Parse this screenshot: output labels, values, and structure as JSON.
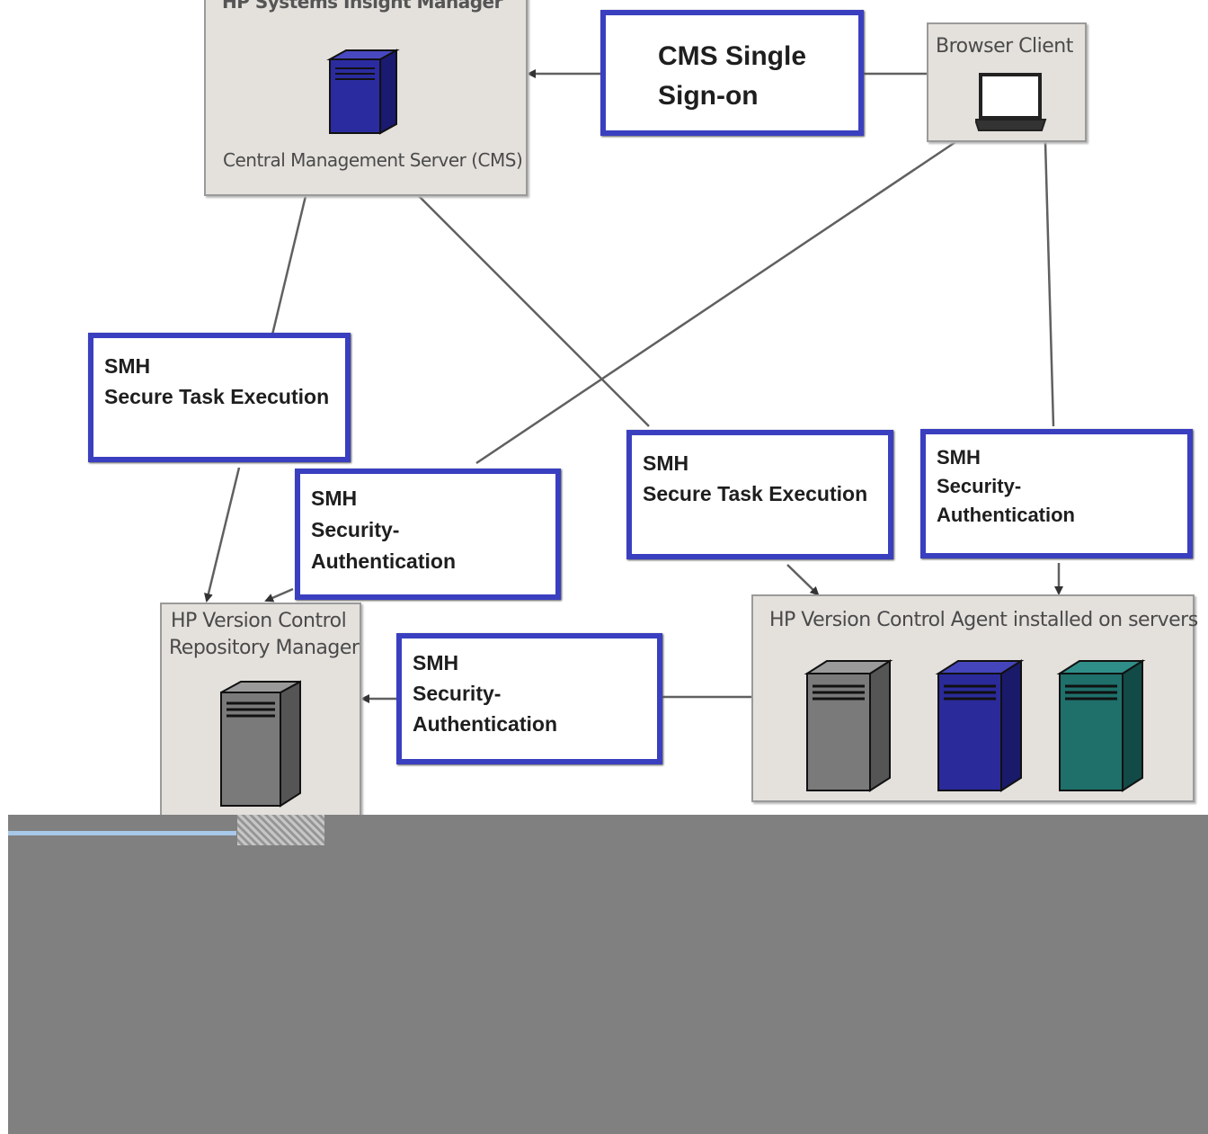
{
  "diagram": {
    "cms_panel": {
      "label": "Central Management Server (CMS)",
      "header_partial": "HP Systems Insight Manager"
    },
    "browser_panel": {
      "label": "Browser Client"
    },
    "repository_panel": {
      "label_line1": "HP Version Control",
      "label_line2": "Repository Manager"
    },
    "agent_panel": {
      "label": "HP Version Control Agent installed on servers"
    },
    "callouts": {
      "cms_sso": {
        "line1": "CMS Single",
        "line2": "Sign-on"
      },
      "smh_task_left": {
        "line1": "SMH",
        "line2": "Secure Task Execution"
      },
      "smh_auth_left": {
        "line1": "SMH",
        "line2": "Security-",
        "line3": "Authentication"
      },
      "smh_task_right": {
        "line1": "SMH",
        "line2": "Secure Task Execution"
      },
      "smh_auth_right": {
        "line1": "SMH",
        "line2": "Security-",
        "line3": "Authentication"
      },
      "smh_auth_bottom": {
        "line1": "SMH",
        "line2": "Security-",
        "line3": "Authentication"
      }
    },
    "icons": {
      "cms_server": "server-tower-icon",
      "browser": "laptop-icon",
      "repository_server": "server-tower-icon",
      "agent_servers": [
        "server-tower-icon",
        "server-tower-icon",
        "server-tower-icon"
      ]
    },
    "colors": {
      "callout_border": "#3a3fc0",
      "panel_fill": "#e4e1dd",
      "server_navy": "#2a2a9a",
      "server_grey": "#7a7a7a",
      "server_teal": "#1f6f6a",
      "occlusion": "#808080"
    }
  }
}
